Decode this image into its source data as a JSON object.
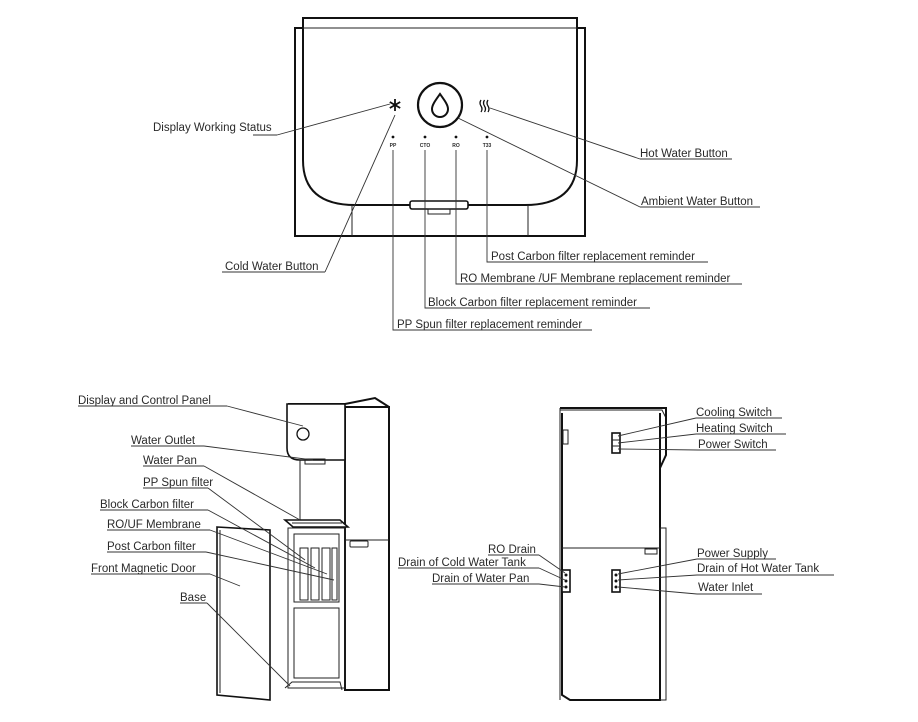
{
  "panel_labels": {
    "display_working_status": "Display Working Status",
    "cold_water_button": "Cold Water Button",
    "hot_water_button": "Hot Water Button",
    "ambient_water_button": "Ambient Water Button",
    "post_carbon_reminder": "Post Carbon filter replacement reminder",
    "ro_membrane_reminder": "RO Membrane /UF Membrane replacement reminder",
    "block_carbon_reminder": "Block Carbon filter replacement reminder",
    "pp_spun_reminder": "PP Spun filter replacement reminder"
  },
  "indicator_codes": [
    "PP",
    "CTO",
    "RO",
    "T33"
  ],
  "front_labels": {
    "display_control_panel": "Display and Control Panel",
    "water_outlet": "Water Outlet",
    "water_pan": "Water Pan",
    "pp_spun_filter": "PP Spun filter",
    "block_carbon_filter": "Block Carbon filter",
    "ro_uf_membrane": "RO/UF Membrane",
    "post_carbon_filter": "Post Carbon filter",
    "front_magnetic_door": "Front Magnetic Door",
    "base": "Base"
  },
  "back_labels": {
    "cooling_switch": "Cooling Switch",
    "heating_switch": "Heating Switch",
    "power_switch": "Power Switch",
    "ro_drain": "RO Drain",
    "drain_cold_tank": "Drain of Cold Water Tank",
    "drain_water_pan": "Drain of Water Pan",
    "power_supply": "Power Supply",
    "drain_hot_tank": "Drain of Hot Water Tank",
    "water_inlet": "Water Inlet"
  },
  "icons": {
    "cold": "snowflake-icon",
    "ambient": "water-drop-icon",
    "hot": "heat-waves-icon"
  }
}
